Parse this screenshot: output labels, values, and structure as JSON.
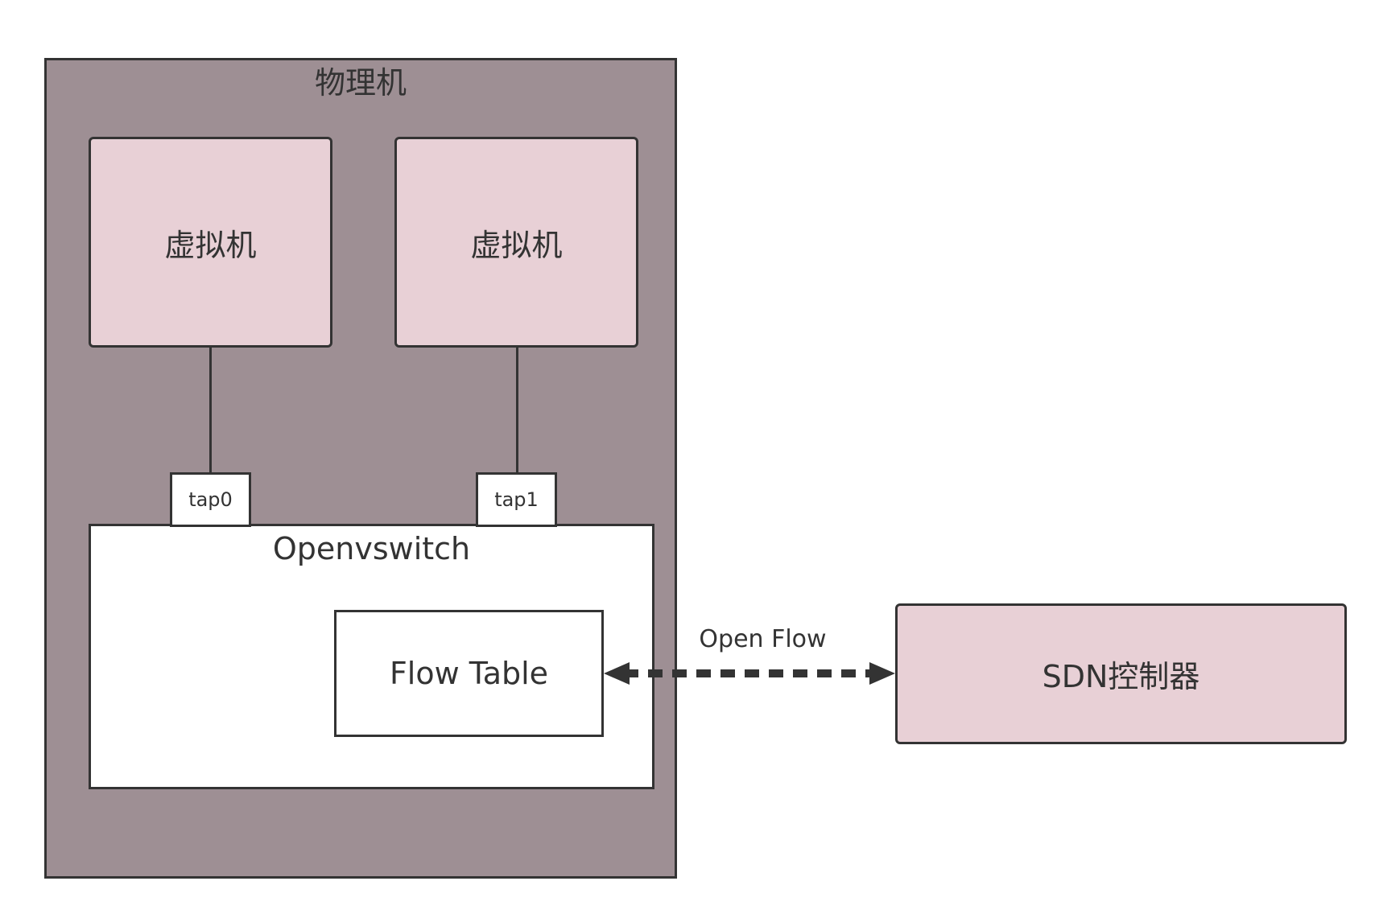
{
  "diagram": {
    "physical_machine": {
      "title": "物理机"
    },
    "vms": [
      {
        "label": "虚拟机"
      },
      {
        "label": "虚拟机"
      }
    ],
    "taps": [
      {
        "label": "tap0"
      },
      {
        "label": "tap1"
      }
    ],
    "openvswitch": {
      "title": "Openvswitch",
      "flow_table": {
        "label": "Flow Table"
      }
    },
    "controller": {
      "label": "SDN控制器"
    },
    "connection": {
      "label": "Open Flow",
      "style": "dashed",
      "direction": "bidirectional"
    },
    "colors": {
      "physical_fill": "#9e8f94",
      "vm_fill": "#e8d0d6",
      "controller_fill": "#e8d0d6",
      "stroke": "#333333",
      "box_fill": "#ffffff"
    }
  }
}
